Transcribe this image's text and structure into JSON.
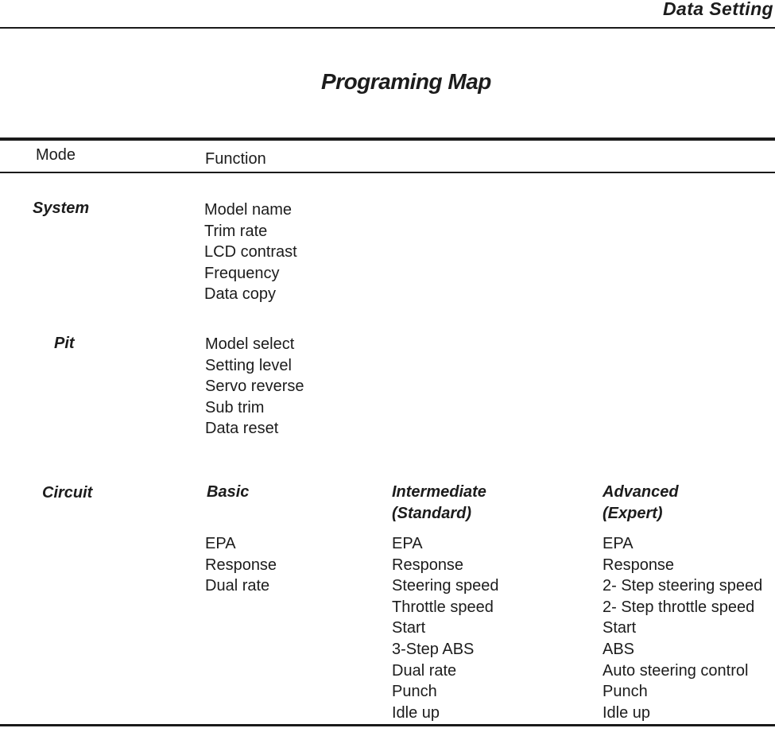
{
  "document": {
    "header_label": "Data Setting",
    "title": "Programing Map"
  },
  "table": {
    "column_headers": {
      "mode": "Mode",
      "function": "Function"
    },
    "sections": [
      {
        "mode": "System",
        "functions": [
          "Model name",
          "Trim rate",
          "LCD contrast",
          "Frequency",
          "Data copy"
        ]
      },
      {
        "mode": "Pit",
        "functions": [
          "Model select",
          "Setting level",
          "Servo reverse",
          "Sub trim",
          "Data reset"
        ]
      },
      {
        "mode": "Circuit",
        "levels": [
          {
            "name": "Basic",
            "functions": [
              "EPA",
              "Response",
              "Dual rate"
            ]
          },
          {
            "name": "Intermediate",
            "subtitle": "(Standard)",
            "functions": [
              "EPA",
              "Response",
              "Steering speed",
              "Throttle speed",
              "Start",
              "3-Step ABS",
              "Dual rate",
              "Punch",
              "Idle up"
            ]
          },
          {
            "name": "Advanced",
            "subtitle": "(Expert)",
            "functions": [
              "EPA",
              "Response",
              "2- Step steering speed",
              "2- Step throttle speed",
              "Start",
              "ABS",
              "Auto steering control",
              "Punch",
              "Idle up"
            ]
          }
        ]
      }
    ]
  },
  "colors": {
    "background": "#ffffff",
    "text": "#1c1c1c",
    "rule": "#1a1a1a"
  }
}
